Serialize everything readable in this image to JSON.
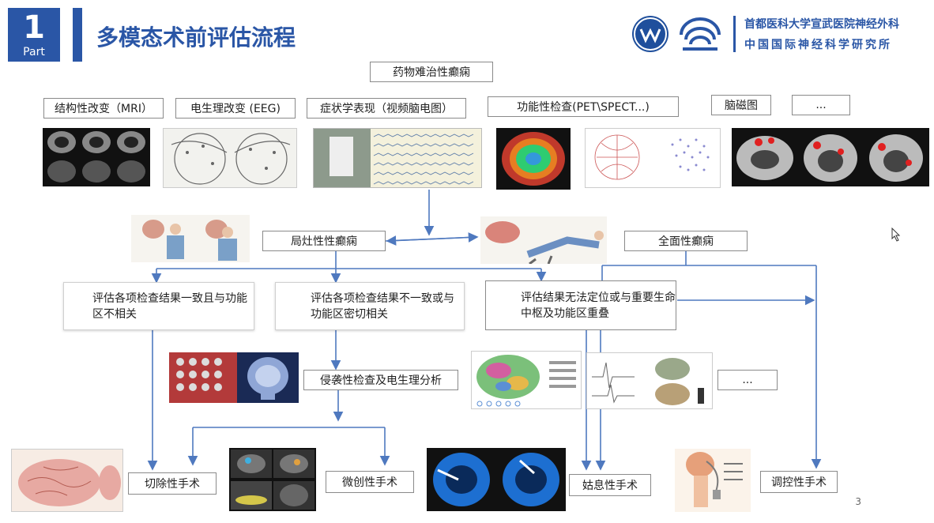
{
  "header": {
    "part_number": "1",
    "part_label": "Part",
    "title": "多模态术前评估流程",
    "institution_line1": "首都医科大学宣武医院神经外科",
    "institution_line2": "中国国际神经科学研究所"
  },
  "flow": {
    "top": "药物难治性癫痫",
    "modalities": [
      "结构性改变（MRI）",
      "电生理改变 (EEG)",
      "症状学表现（视频脑电图）",
      "功能性检查(PET\\SPECT...)",
      "脑磁图",
      "..."
    ],
    "focal": "局灶性性癫痫",
    "general": "全面性癫痫",
    "eval1": "评估各项检查结果一致且与功能区不相关",
    "eval2": "评估各项检查结果不一致或与功能区密切相关",
    "eval3": "评估结果无法定位或与重要生命中枢及功能区重叠",
    "invasive": "侵袭性检查及电生理分析",
    "invasive_more": "...",
    "surgery_resection": "切除性手术",
    "surgery_minimal": "微创性手术",
    "surgery_palliative": "姑息性手术",
    "surgery_modulation": "调控性手术"
  },
  "page_number": "3",
  "colors": {
    "brand_blue": "#2a56a6",
    "arrow_blue": "#4f79bf"
  },
  "icons": [
    "brain-mri-image",
    "eeg-diagram-image",
    "video-eeg-image",
    "pet-image",
    "meg-image",
    "brain-scan-image",
    "patient-illustration",
    "seizure-illustration",
    "electrode-grid-image",
    "xray-image",
    "brain-map-image",
    "brain-surface-image",
    "dti-image",
    "stimulator-illustration"
  ]
}
